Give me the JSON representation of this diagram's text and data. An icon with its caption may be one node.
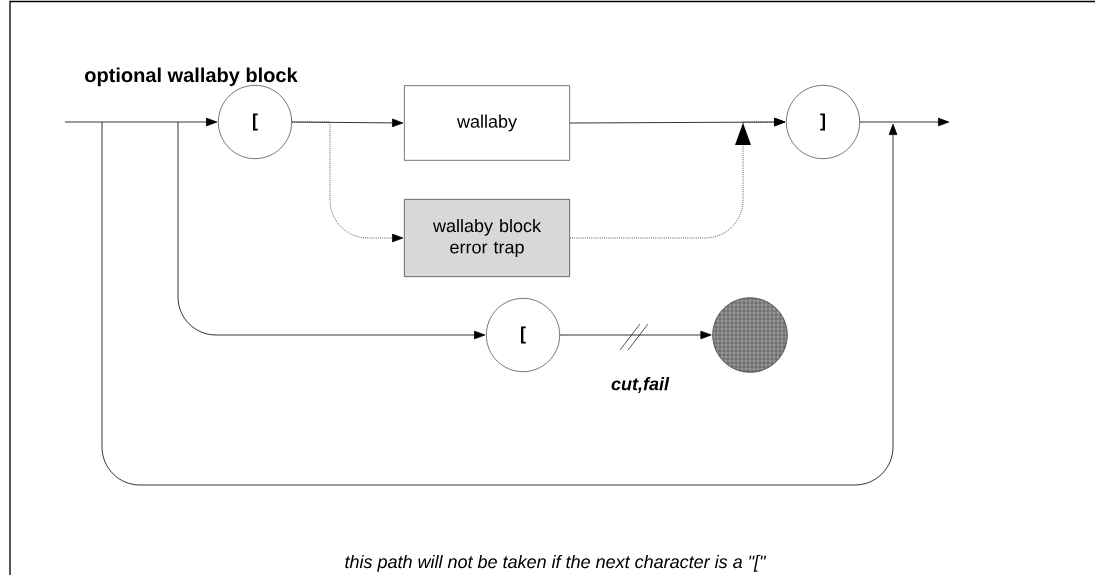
{
  "diagram": {
    "title": "optional wallaby block",
    "caption": "this path will not be taken if the next character is a \"[\"",
    "nodes": [
      {
        "text": [
          "["
        ]
      },
      {
        "text": [
          "wallaby"
        ]
      },
      {
        "text": [
          "wallaby block error trap"
        ]
      },
      {
        "text": [
          "]"
        ]
      },
      {
        "text": [
          "["
        ]
      },
      {
        "text": [],
        "shape": "circle"
      }
    ],
    "edges": [
      {
        "from": null,
        "to": 0,
        "arrow": "to"
      },
      {
        "from": 0,
        "to": 1,
        "arrow": "to"
      },
      {
        "from": 0,
        "to": 2,
        "arrow": "to",
        "style": "dashed"
      },
      {
        "from": 1,
        "to": 3,
        "arrow": "to"
      },
      {
        "from": 2,
        "to": 3,
        "arrow": "to",
        "style": "dashed"
      },
      {
        "from": 3,
        "to": null,
        "arrow": "to"
      },
      {
        "from": null,
        "to": 4,
        "arrow": "to"
      },
      {
        "from": 4,
        "to": 5,
        "arrow": "to",
        "label": "cut,fail"
      }
    ]
  }
}
